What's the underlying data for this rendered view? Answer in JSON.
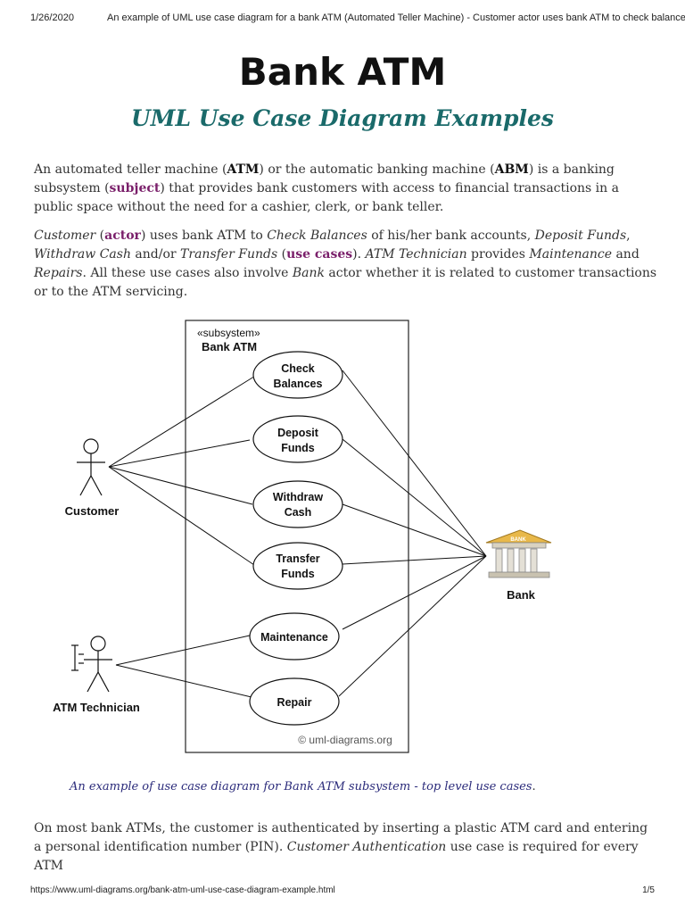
{
  "header": {
    "date": "1/26/2020",
    "page_title": "An example of UML use case diagram for a bank ATM (Automated Teller Machine) - Customer actor uses bank ATM to check balances, ..."
  },
  "title": "Bank ATM",
  "subtitle": "UML Use Case Diagram Examples",
  "para1": {
    "t1": "An automated teller machine (",
    "atm": "ATM",
    "t2": ") or the automatic banking machine (",
    "abm": "ABM",
    "t3": ") is a banking subsystem (",
    "subject_link": "subject",
    "t4": ") that provides bank customers with access to financial transactions in a public space without the need for a cashier, clerk, or bank teller."
  },
  "para2": {
    "customer": "Customer",
    "t1": " (",
    "actor_link": "actor",
    "t2": ") uses bank ATM to ",
    "check_balances": "Check Balances",
    "t3": " of his/her bank accounts, ",
    "deposit_funds": "Deposit Funds",
    "t4": ", ",
    "withdraw_cash": "Withdraw Cash",
    "t5": " and/or ",
    "transfer_funds": "Transfer Funds",
    "t6": " (",
    "use_cases_link": "use cases",
    "t7": "). ",
    "atm_technician": "ATM Technician",
    "t8": " provides ",
    "maintenance": "Maintenance",
    "t9": " and ",
    "repairs": "Repairs",
    "t10": ". All these use cases also involve ",
    "bank": "Bank",
    "t11": " actor whether it is related to customer transactions or to the ATM servicing."
  },
  "diagram": {
    "stereotype": "«subsystem»",
    "subsystem_name": "Bank ATM",
    "use_cases": [
      {
        "line1": "Check",
        "line2": "Balances"
      },
      {
        "line1": "Deposit",
        "line2": "Funds"
      },
      {
        "line1": "Withdraw",
        "line2": "Cash"
      },
      {
        "line1": "Transfer",
        "line2": "Funds"
      },
      {
        "line1": "Maintenance",
        "line2": ""
      },
      {
        "line1": "Repair",
        "line2": ""
      }
    ],
    "actors": {
      "customer": "Customer",
      "technician": "ATM Technician",
      "bank": "Bank",
      "bank_sign": "BANK"
    },
    "copyright": "© uml-diagrams.org"
  },
  "caption": {
    "text": "An example of use case diagram for Bank ATM subsystem - top level use cases",
    "period": "."
  },
  "para3": {
    "t1": "On most bank ATMs, the customer is authenticated by inserting a plastic ATM card and entering a personal identification number (PIN). ",
    "cust_auth": "Customer Authentication",
    "t2": " use case is required for every ATM"
  },
  "footer": {
    "url": "https://www.uml-diagrams.org/bank-atm-uml-use-case-diagram-example.html",
    "page": "1/5"
  }
}
